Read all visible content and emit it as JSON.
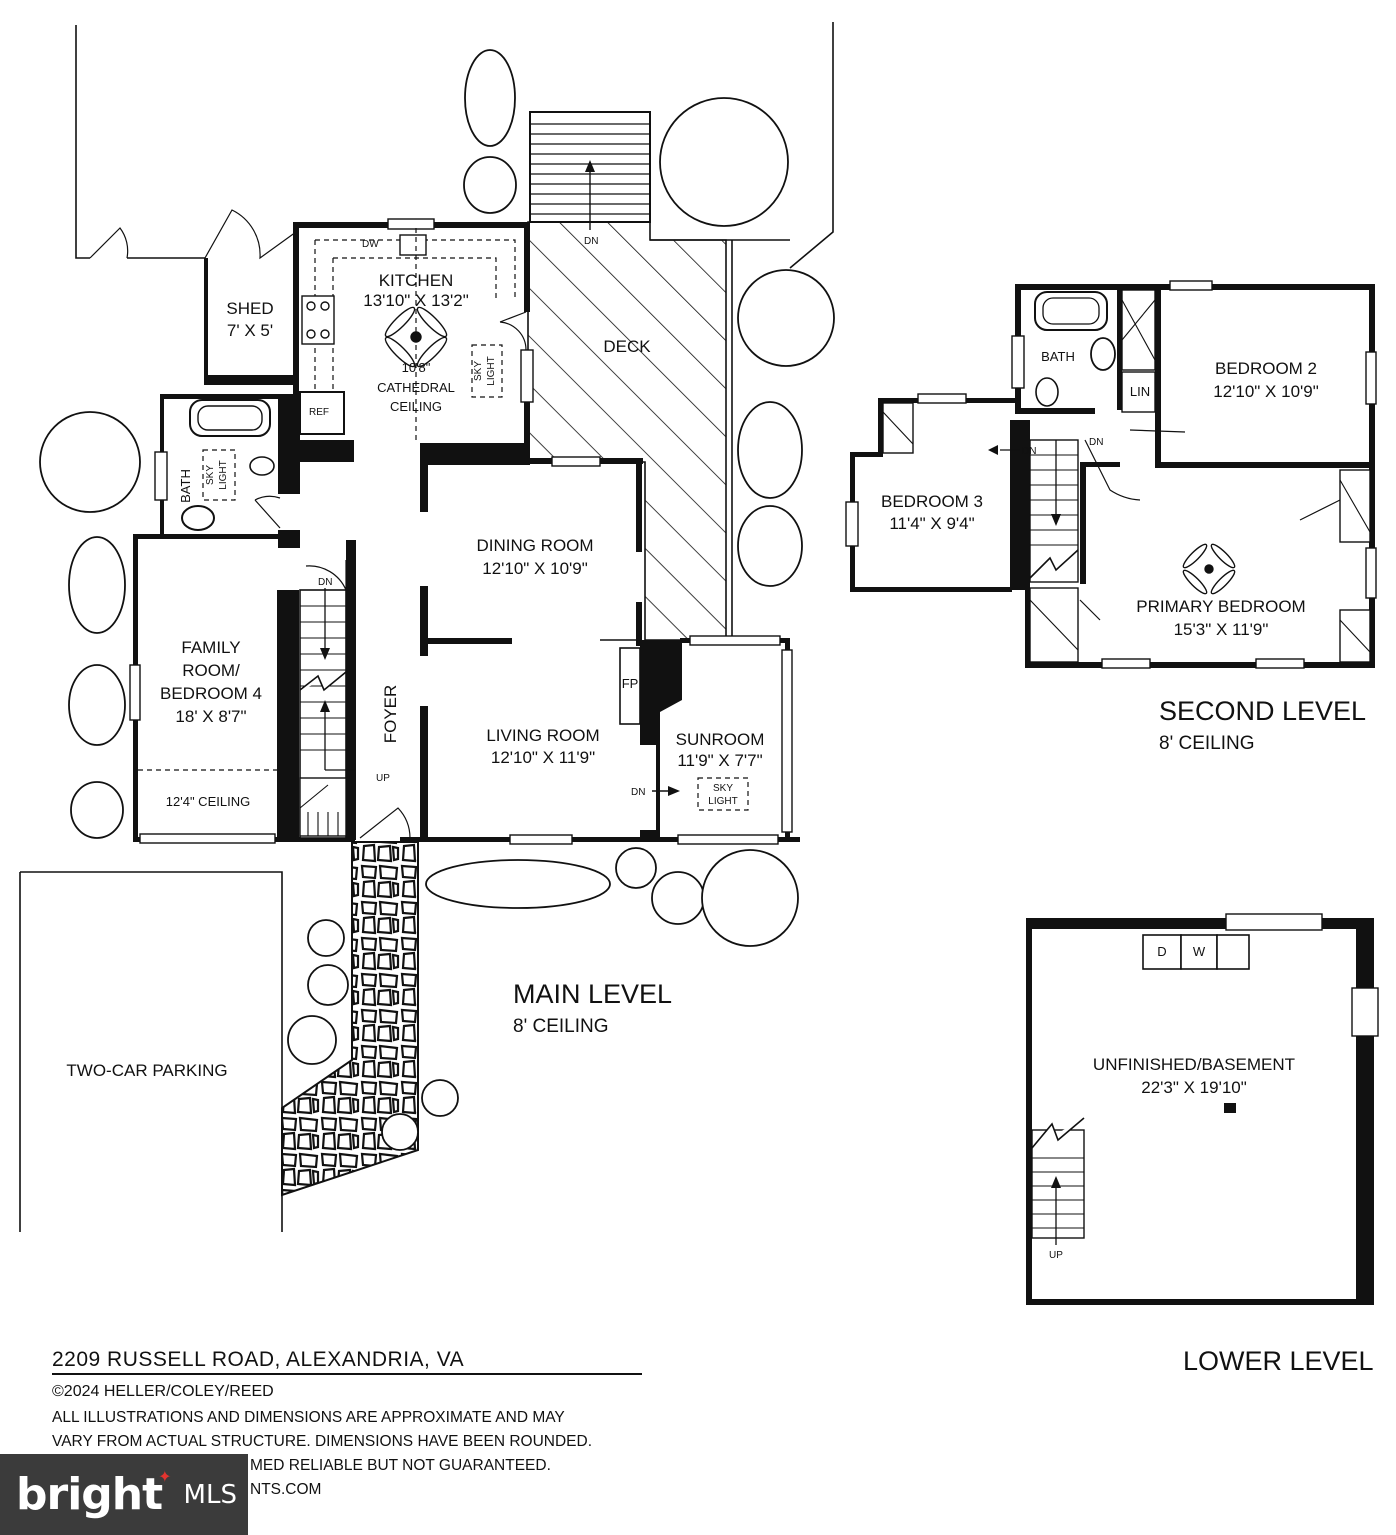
{
  "rooms": {
    "kitchen": {
      "name": "KITCHEN",
      "size": "13'10\" X 13'2\""
    },
    "kitchen_ceiling": {
      "line1": "10'8\"",
      "line2": "CATHEDRAL",
      "line3": "CEILING"
    },
    "dw": "DW",
    "ref": "REF",
    "skylight_a": "SKY",
    "skylight_b": "LIGHT",
    "shed": {
      "name": "SHED",
      "size": "7' X 5'"
    },
    "deck": {
      "name": "DECK"
    },
    "bath_main": {
      "name": "BATH"
    },
    "dining": {
      "name": "DINING ROOM",
      "size": "12'10\" X 10'9\""
    },
    "family": {
      "line1": "FAMILY",
      "line2": "ROOM/",
      "line3": "BEDROOM 4",
      "size": "18' X 8'7\"",
      "ceiling": "12'4\" CEILING"
    },
    "foyer": {
      "name": "FOYER"
    },
    "living": {
      "name": "LIVING ROOM",
      "size": "12'10\" X 11'9\""
    },
    "fp": "FP",
    "sunroom": {
      "name": "SUNROOM",
      "size": "11'9\" X 7'7\""
    },
    "parking": {
      "name": "TWO-CAR PARKING"
    },
    "bedroom2": {
      "name": "BEDROOM 2",
      "size": "12'10\" X 10'9\""
    },
    "bath_upper": {
      "name": "BATH"
    },
    "lin": "LIN",
    "bedroom3": {
      "name": "BEDROOM 3",
      "size": "11'4\" X 9'4\""
    },
    "primary": {
      "name": "PRIMARY BEDROOM",
      "size": "15'3\" X 11'9\""
    },
    "basement": {
      "name": "UNFINISHED/BASEMENT",
      "size": "22'3\" X 19'10\""
    },
    "dryer": "D",
    "washer": "W"
  },
  "stairs": {
    "dn": "DN",
    "up": "UP"
  },
  "levels": {
    "main": {
      "title": "MAIN LEVEL",
      "ceiling": "8' CEILING"
    },
    "second": {
      "title": "SECOND LEVEL",
      "ceiling": "8' CEILING"
    },
    "lower": {
      "title": "LOWER LEVEL"
    }
  },
  "footer": {
    "address": "2209 RUSSELL ROAD, ALEXANDRIA, VA",
    "copyright": "©2024 HELLER/COLEY/REED",
    "disclaimer_1": "ALL ILLUSTRATIONS AND DIMENSIONS ARE APPROXIMATE AND MAY",
    "disclaimer_2": "VARY FROM ACTUAL STRUCTURE. DIMENSIONS HAVE BEEN ROUNDED.",
    "disclaimer_3": "MED RELIABLE BUT NOT GUARANTEED.",
    "disclaimer_4": "NTS.COM"
  },
  "badge": {
    "brand": "bright",
    "suffix": "MLS"
  }
}
